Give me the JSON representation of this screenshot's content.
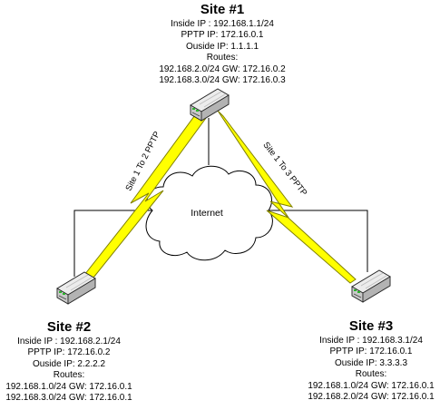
{
  "sites": {
    "site1": {
      "title": "Site #1",
      "inside_ip": "Inside IP : 192.168.1.1/24",
      "pptp_ip": "PPTP IP: 172.16.0.1",
      "outside_ip": "Ouside IP: 1.1.1.1",
      "routes_label": "Routes:",
      "routes": [
        "192.168.2.0/24 GW: 172.16.0.2",
        "192.168.3.0/24 GW: 172.16.0.3"
      ]
    },
    "site2": {
      "title": "Site #2",
      "inside_ip": "Inside IP : 192.168.2.1/24",
      "pptp_ip": "PPTP IP: 172.16.0.2",
      "outside_ip": "Ouside IP: 2.2.2.2",
      "routes_label": "Routes:",
      "routes": [
        "192.168.1.0/24 GW: 172.16.0.1",
        "192.168.3.0/24 GW: 172.16.0.1"
      ]
    },
    "site3": {
      "title": "Site #3",
      "inside_ip": "Inside IP : 192.168.3.1/24",
      "pptp_ip": "PPTP IP: 172.16.0.1",
      "outside_ip": "Ouside IP: 3.3.3.3",
      "routes_label": "Routes:",
      "routes": [
        "192.168.1.0/24 GW: 172.16.0.1",
        "192.168.2.0/24 GW: 172.16.0.1"
      ]
    }
  },
  "cloud": {
    "label": "Internet"
  },
  "tunnels": {
    "site1_to_site2": "Site 1 To 2 PPTP",
    "site1_to_site3": "Site 1 To 3 PPTP"
  },
  "colors": {
    "background": "#ffffff",
    "line": "#000000",
    "tunnel_fill": "#ffff00",
    "tunnel_stroke": "#808000",
    "router_body": "#e2e2e2",
    "router_side": "#9a9a9a",
    "router_led": "#2db52d"
  },
  "icons": {
    "router": "router-icon",
    "cloud": "cloud-icon",
    "tunnel": "lightning-bolt-icon"
  }
}
